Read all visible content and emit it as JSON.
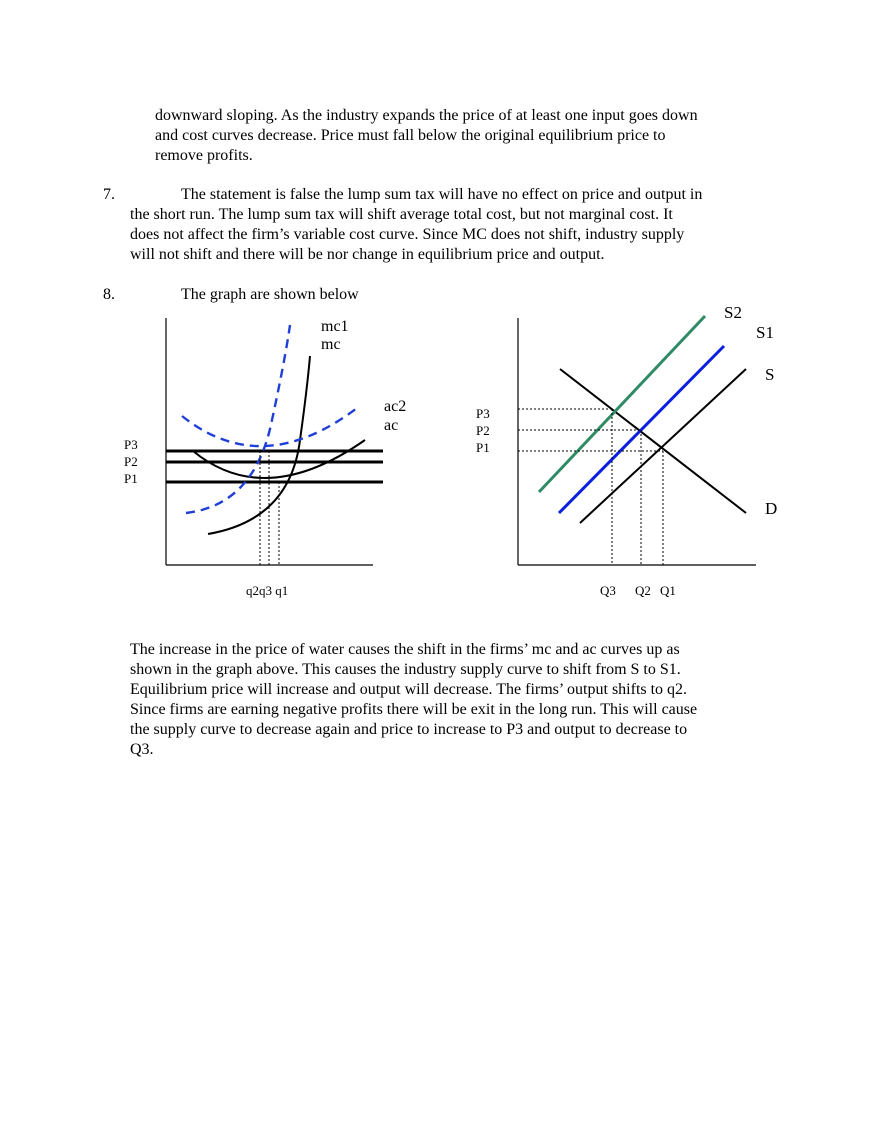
{
  "paragraphs": {
    "intro_lines": [
      "downward sloping. As the industry expands the price of at least one input goes down",
      "and cost curves decrease. Price must fall below the original equilibrium price to",
      "remove profits."
    ],
    "item7": {
      "number": "7.",
      "lines": [
        "The statement is false the lump sum tax will have no effect on price and output in",
        "the short run. The lump sum tax will shift average total cost, but not marginal cost. It",
        "does not affect the firm’s variable cost curve. Since MC does not shift, industry supply",
        "will not shift and there will be nor change in equilibrium price and output."
      ]
    },
    "item8": {
      "number": "8.",
      "lead": "The graph are shown below"
    },
    "closing_lines": [
      "The increase in the price of water causes the shift in the firms’ mc and ac curves up as",
      "shown in the graph above. This causes the industry supply curve to shift from S to S1.",
      "Equilibrium price will increase and output will decrease. The firms’ output shifts to q2.",
      "Since firms are earning negative profits there will be exit in the long run. This will cause",
      "the supply curve to decrease again and price to increase to P3 and output to decrease to",
      "Q3."
    ]
  },
  "firm_graph": {
    "curve_labels": {
      "mc1": "mc1",
      "mc": "mc",
      "ac2": "ac2",
      "ac": "ac"
    },
    "price_labels": [
      "P3",
      "P2",
      "P1"
    ],
    "quantity_label": "q2q3 q1",
    "colors": {
      "shifted_curves": "#1f3fd6",
      "original_curves": "#000000"
    }
  },
  "industry_graph": {
    "curve_labels": {
      "S2": "S2",
      "S1": "S1",
      "S": "S",
      "D": "D"
    },
    "price_labels": [
      "P3",
      "P2",
      "P1"
    ],
    "quantity_labels": [
      "Q3",
      "Q2",
      "Q1"
    ],
    "colors": {
      "S2": "#2e8b66",
      "S1": "#0a1fe0",
      "S": "#000000",
      "D": "#000000"
    }
  }
}
